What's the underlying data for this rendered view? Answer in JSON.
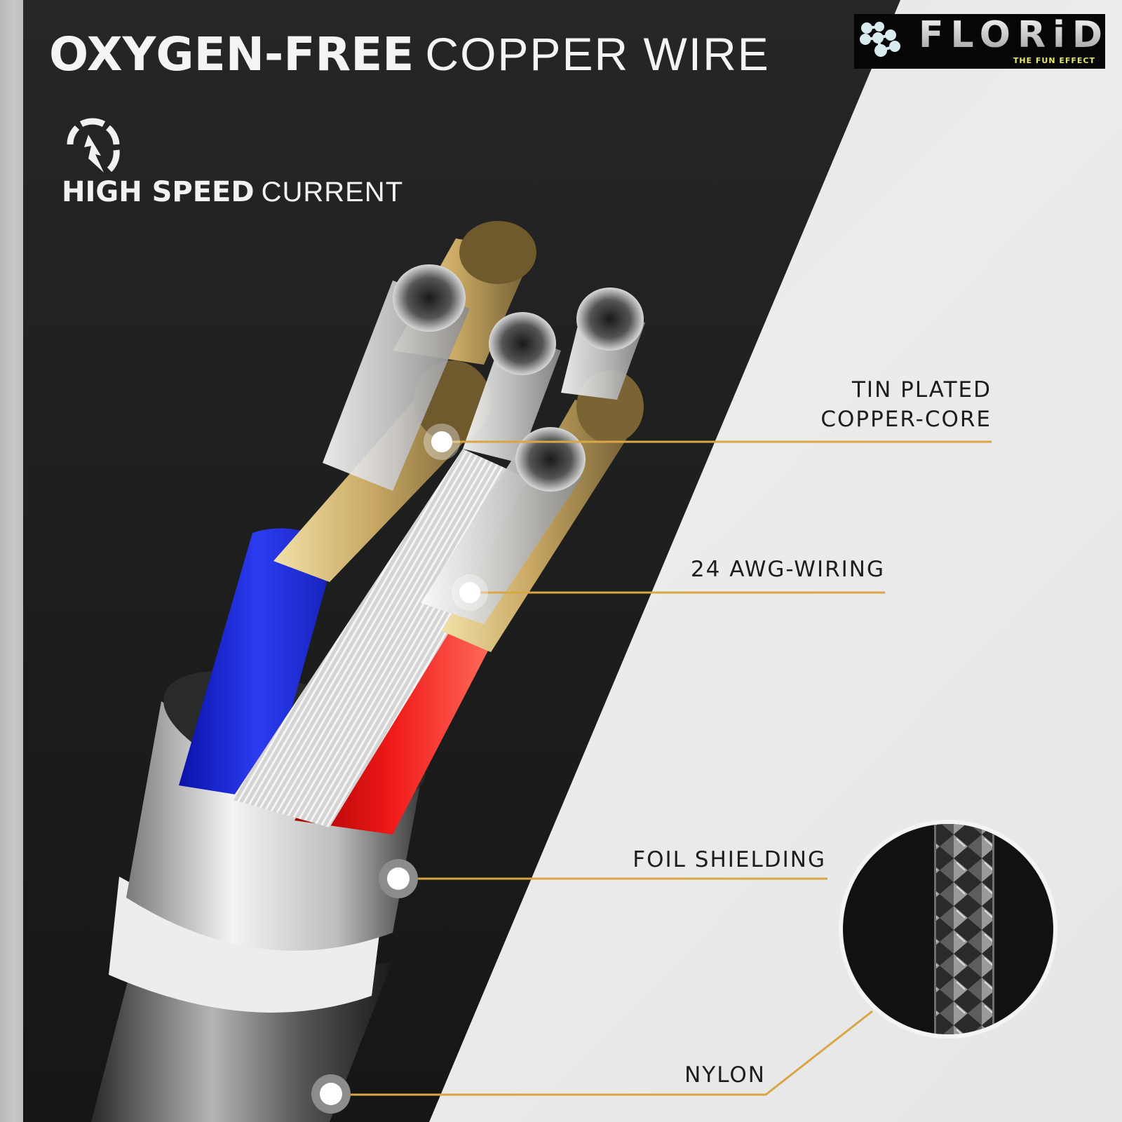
{
  "headline": {
    "bold": "OXYGEN-FREE",
    "light": "COPPER WIRE"
  },
  "feature": {
    "icon": "speedometer-lightning-icon",
    "bold": "HIGH SPEED",
    "light": "CURRENT"
  },
  "logo": {
    "icon": "molecule-dots-icon",
    "name": "FLORiD",
    "tagline": "THE FUN EFFECT"
  },
  "callouts": [
    {
      "id": "tin-plated",
      "lines": [
        "TIN PLATED",
        "COPPER-CORE"
      ]
    },
    {
      "id": "awg",
      "lines": [
        "24 AWG-WIRING"
      ]
    },
    {
      "id": "foil",
      "lines": [
        "FOIL SHIELDING"
      ]
    },
    {
      "id": "nylon",
      "lines": [
        "NYLON"
      ]
    }
  ],
  "colors": {
    "dark_panel": "#1c1c1c",
    "light_panel": "#ebebeb",
    "accent_gold": "#d9a645",
    "wire_blue": "#1f2fd6",
    "wire_red": "#e01010",
    "copper_gold": "#b69a5c",
    "logo_tagline": "#e9ea6a"
  }
}
